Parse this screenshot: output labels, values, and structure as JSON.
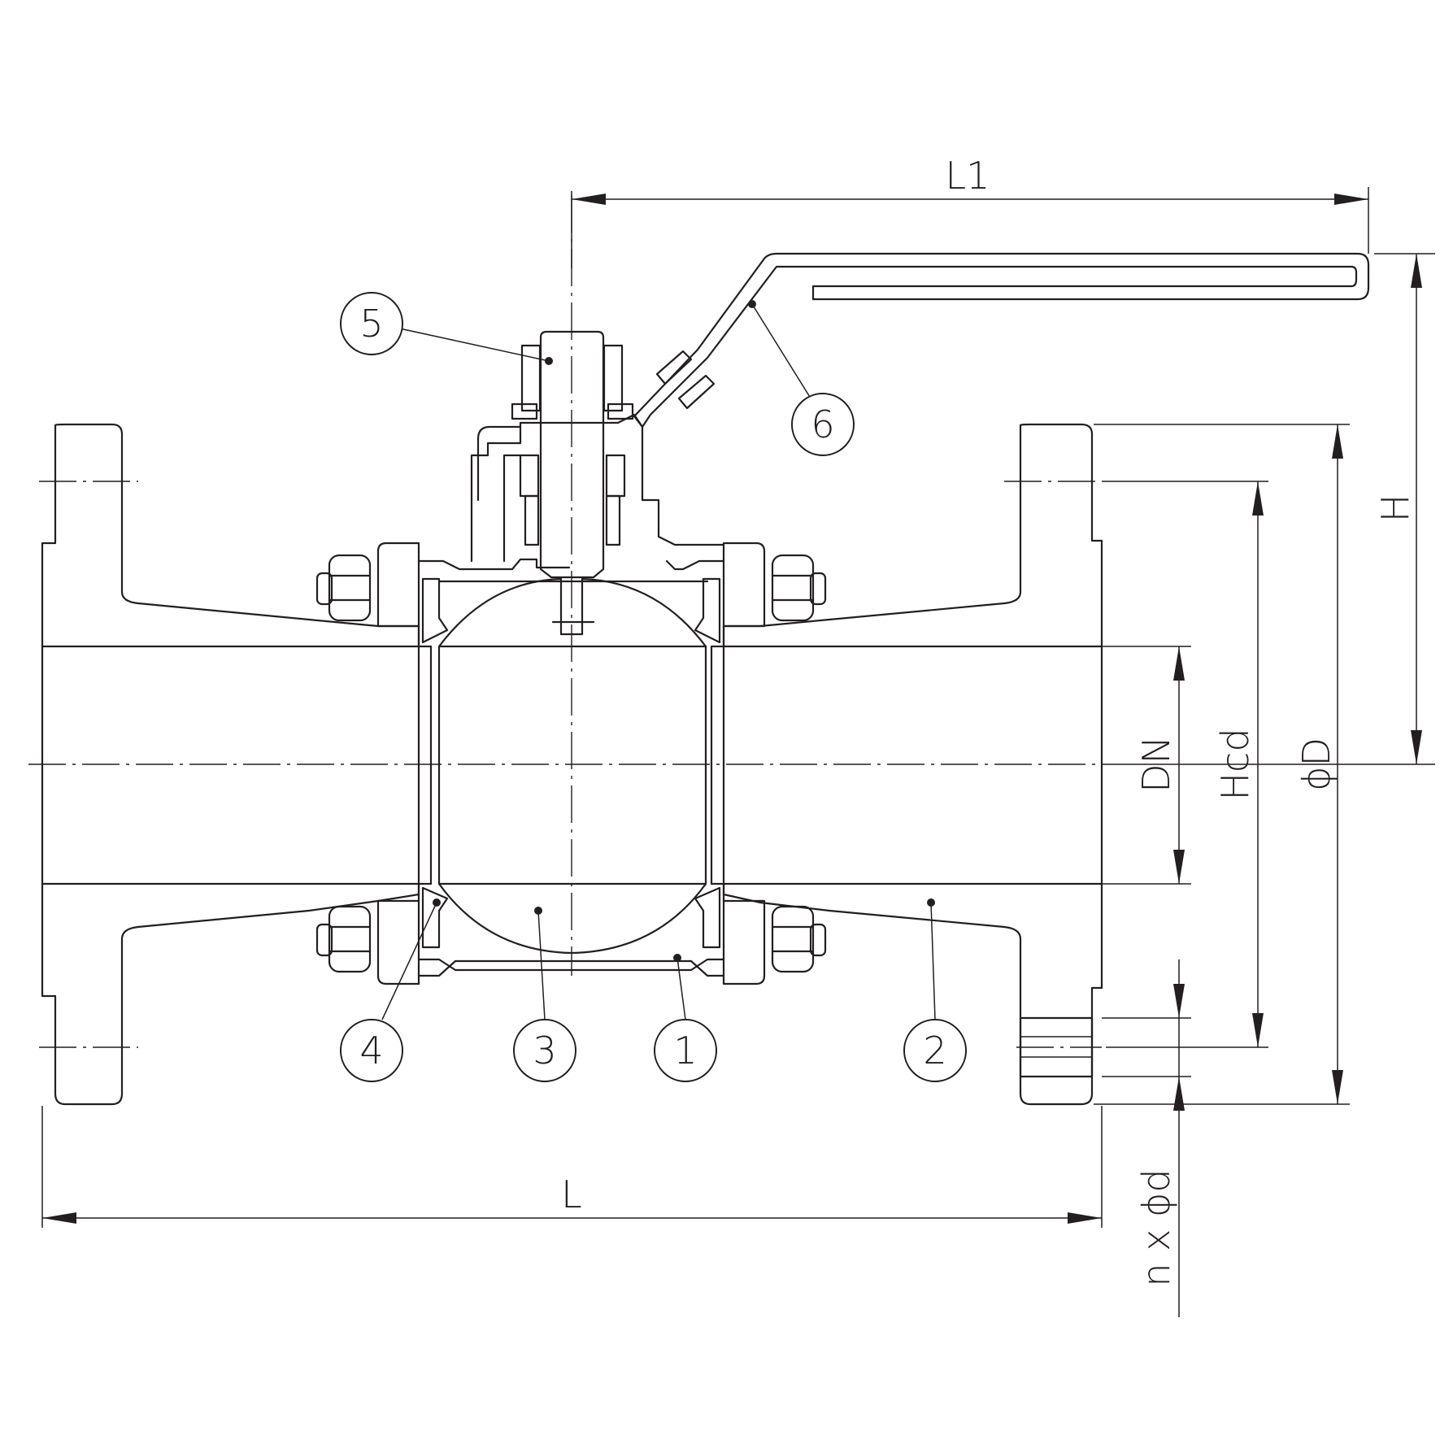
{
  "drawing": {
    "parts": [
      {
        "label": "1"
      },
      {
        "label": "2"
      },
      {
        "label": "3"
      },
      {
        "label": "4"
      },
      {
        "label": "5"
      },
      {
        "label": "6"
      }
    ],
    "dimensions": {
      "L": "L",
      "L1": "L1",
      "H": "H",
      "DN": "DN",
      "Hcd": "Hcd",
      "D": "ϕD",
      "holes": "n x ϕd"
    }
  }
}
